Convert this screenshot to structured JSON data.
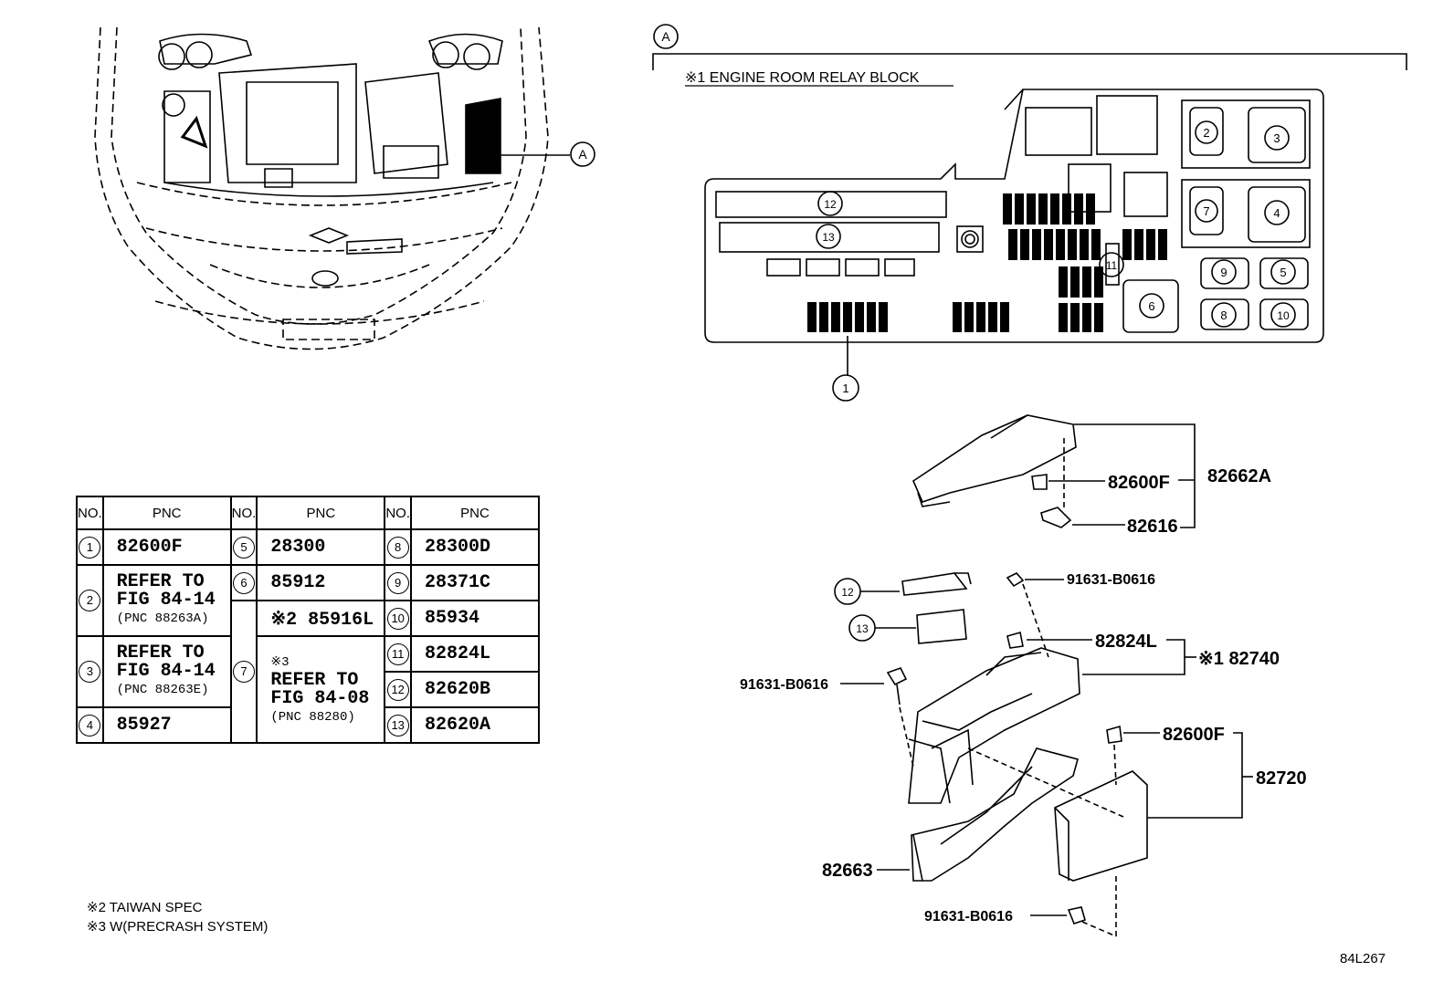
{
  "callout_a": "A",
  "section_title": "※1 ENGINE ROOM RELAY BLOCK",
  "relay_block_labels": [
    "1",
    "2",
    "3",
    "4",
    "5",
    "6",
    "7",
    "8",
    "9",
    "10",
    "11",
    "12",
    "13"
  ],
  "table": {
    "headers": [
      "NO.",
      "PNC",
      "NO.",
      "PNC",
      "NO.",
      "PNC"
    ],
    "col1": [
      {
        "no": "1",
        "pnc": "82600F"
      },
      {
        "no": "2",
        "pnc_lines": [
          "REFER TO",
          "FIG 84-14",
          "(PNC 88263A)"
        ]
      },
      {
        "no": "3",
        "pnc_lines": [
          "REFER TO",
          "FIG 84-14",
          "(PNC 88263E)"
        ]
      },
      {
        "no": "4",
        "pnc": "85927"
      }
    ],
    "col2": [
      {
        "no": "5",
        "pnc": "28300"
      },
      {
        "no": "6",
        "pnc": "85912"
      },
      {
        "no": "7",
        "pnc_a": "※2 85916L",
        "pnc_b_lines": [
          "※3",
          "REFER TO",
          "FIG 84-08",
          "(PNC 88280)"
        ]
      }
    ],
    "col3": [
      {
        "no": "8",
        "pnc": "28300D"
      },
      {
        "no": "9",
        "pnc": "28371C"
      },
      {
        "no": "10",
        "pnc": "85934"
      },
      {
        "no": "11",
        "pnc": "82824L"
      },
      {
        "no": "12",
        "pnc": "82620B"
      },
      {
        "no": "13",
        "pnc": "82620A"
      }
    ]
  },
  "exploded_labels": {
    "p82600f_top": "82600F",
    "p82662a": "82662A",
    "p82616": "82616",
    "p91631_a": "91631-B0616",
    "p82824l": "82824L",
    "p82740": "※1 82740",
    "p91631_b": "91631-B0616",
    "p82600f_mid": "82600F",
    "p82720": "82720",
    "p82663": "82663",
    "p91631_c": "91631-B0616",
    "c12": "12",
    "c13": "13"
  },
  "notes": [
    "※2 TAIWAN SPEC",
    "※3 W(PRECRASH SYSTEM)"
  ],
  "figure_code": "84L267"
}
